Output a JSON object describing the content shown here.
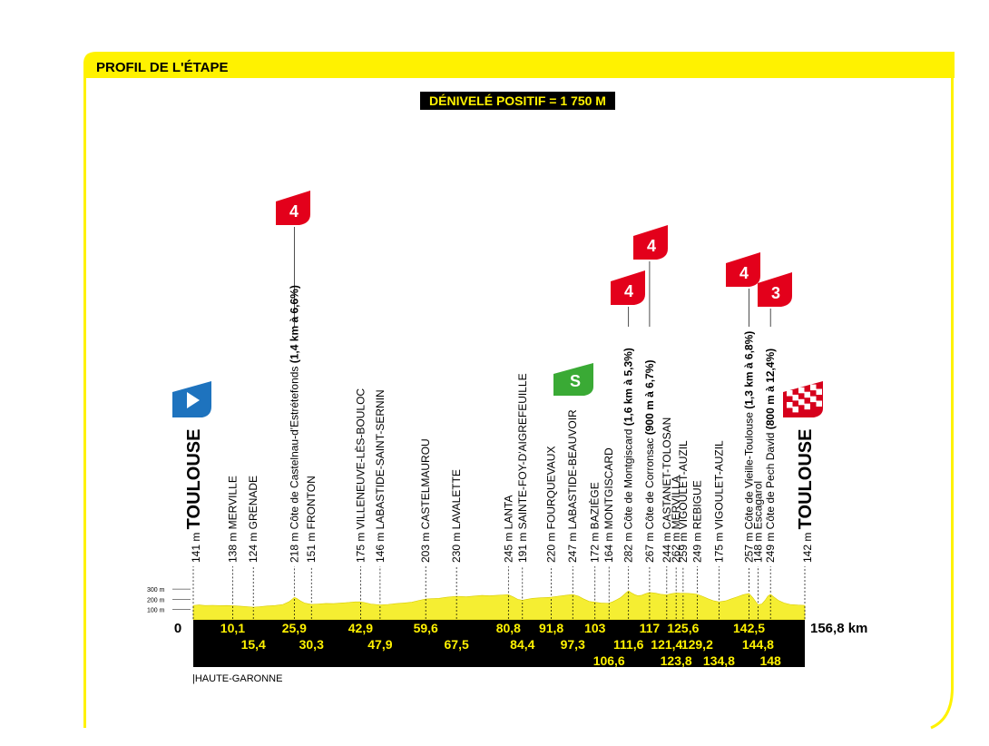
{
  "header": {
    "title": "PROFIL DE L'ÉTAPE",
    "elevation_gain": "DÉNIVELÉ POSITIF = 1 750 M"
  },
  "colors": {
    "yellow": "#fff200",
    "profile": "#f5ee32",
    "black": "#000000",
    "climb_red": "#e3001b",
    "sprint_green": "#3aaa35",
    "start_blue": "#1e73be",
    "finish_red": "#d6001c"
  },
  "chart_data": {
    "type": "area",
    "title": "PROFIL DE L'ÉTAPE",
    "subtitle": "DÉNIVELÉ POSITIF = 1 750 M",
    "xlim": [
      0,
      156.8
    ],
    "ylim": [
      0,
      300
    ],
    "y_ticks": [
      {
        "value": 100,
        "label": "100 m"
      },
      {
        "value": 200,
        "label": "200 m"
      },
      {
        "value": 300,
        "label": "300 m"
      }
    ],
    "start_label": "0",
    "end_label": "156,8 km",
    "region": "|HAUTE-GARONNE",
    "profile": [
      [
        0,
        141
      ],
      [
        1.5,
        145
      ],
      [
        3,
        140
      ],
      [
        5,
        142
      ],
      [
        7,
        139
      ],
      [
        8.5,
        140
      ],
      [
        10.1,
        138
      ],
      [
        12,
        134
      ],
      [
        14,
        128
      ],
      [
        15.4,
        124
      ],
      [
        17,
        128
      ],
      [
        19,
        135
      ],
      [
        21,
        140
      ],
      [
        23,
        150
      ],
      [
        24.5,
        175
      ],
      [
        25.5,
        205
      ],
      [
        25.9,
        218
      ],
      [
        26.5,
        210
      ],
      [
        27.5,
        185
      ],
      [
        28.5,
        165
      ],
      [
        30.3,
        151
      ],
      [
        32,
        155
      ],
      [
        34,
        160
      ],
      [
        36,
        158
      ],
      [
        38,
        165
      ],
      [
        40,
        170
      ],
      [
        41.5,
        175
      ],
      [
        42.9,
        175
      ],
      [
        44,
        168
      ],
      [
        45.5,
        155
      ],
      [
        47.9,
        146
      ],
      [
        50,
        150
      ],
      [
        52,
        158
      ],
      [
        54,
        165
      ],
      [
        56,
        172
      ],
      [
        58,
        190
      ],
      [
        59.6,
        203
      ],
      [
        61,
        206
      ],
      [
        63,
        210
      ],
      [
        65,
        220
      ],
      [
        67.5,
        230
      ],
      [
        70,
        225
      ],
      [
        72,
        232
      ],
      [
        74,
        238
      ],
      [
        76,
        235
      ],
      [
        78,
        240
      ],
      [
        79.5,
        243
      ],
      [
        80.8,
        245
      ],
      [
        82,
        225
      ],
      [
        83.2,
        200
      ],
      [
        84.4,
        191
      ],
      [
        85.5,
        200
      ],
      [
        87,
        210
      ],
      [
        89,
        215
      ],
      [
        90.5,
        218
      ],
      [
        91.8,
        220
      ],
      [
        93.5,
        230
      ],
      [
        95.5,
        240
      ],
      [
        97.3,
        247
      ],
      [
        98.8,
        230
      ],
      [
        100,
        205
      ],
      [
        101.5,
        180
      ],
      [
        103,
        172
      ],
      [
        104.5,
        165
      ],
      [
        105.7,
        162
      ],
      [
        106.6,
        164
      ],
      [
        107.5,
        175
      ],
      [
        108.5,
        195
      ],
      [
        109.5,
        215
      ],
      [
        110.3,
        240
      ],
      [
        111,
        265
      ],
      [
        111.6,
        282
      ],
      [
        112.3,
        265
      ],
      [
        113.2,
        245
      ],
      [
        114,
        235
      ],
      [
        115,
        240
      ],
      [
        116,
        255
      ],
      [
        117,
        267
      ],
      [
        118.5,
        260
      ],
      [
        119.8,
        250
      ],
      [
        121.4,
        244
      ],
      [
        122.6,
        255
      ],
      [
        123.8,
        262
      ],
      [
        124.7,
        260
      ],
      [
        125.6,
        259
      ],
      [
        126.8,
        258
      ],
      [
        128,
        255
      ],
      [
        129.2,
        249
      ],
      [
        130.5,
        230
      ],
      [
        132,
        205
      ],
      [
        133.5,
        185
      ],
      [
        134.8,
        175
      ],
      [
        136.5,
        185
      ],
      [
        138,
        205
      ],
      [
        139.5,
        225
      ],
      [
        141,
        245
      ],
      [
        142.5,
        257
      ],
      [
        143.5,
        215
      ],
      [
        144.8,
        148
      ],
      [
        145.8,
        155
      ],
      [
        146.6,
        190
      ],
      [
        147.3,
        230
      ],
      [
        148,
        249
      ],
      [
        148.8,
        225
      ],
      [
        150,
        190
      ],
      [
        151.5,
        165
      ],
      [
        153,
        150
      ],
      [
        155,
        144
      ],
      [
        156.8,
        142
      ]
    ],
    "points": [
      {
        "km": 0,
        "km_label": "0",
        "row": 0,
        "alt": "141 m",
        "name": "TOULOUSE",
        "emph": "",
        "style": "big",
        "marker": "start"
      },
      {
        "km": 10.1,
        "km_label": "10,1",
        "row": 0,
        "alt": "138 m",
        "name": "MERVILLE",
        "emph": "",
        "style": "normal"
      },
      {
        "km": 15.4,
        "km_label": "15,4",
        "row": 1,
        "alt": "124 m",
        "name": "GRENADE",
        "emph": "",
        "style": "normal"
      },
      {
        "km": 25.9,
        "km_label": "25,9",
        "row": 0,
        "alt": "218 m",
        "name": "Côte de Castelnau-d'Estrétefonds ",
        "emph": "(1,4 km à 6,6%)",
        "style": "climb",
        "marker": "cat4"
      },
      {
        "km": 30.3,
        "km_label": "30,3",
        "row": 1,
        "alt": "151 m",
        "name": "FRONTON",
        "emph": "",
        "style": "normal"
      },
      {
        "km": 42.9,
        "km_label": "42,9",
        "row": 0,
        "alt": "175 m",
        "name": "VILLENEUVE-LÈS-BOULOC",
        "emph": "",
        "style": "normal"
      },
      {
        "km": 47.9,
        "km_label": "47,9",
        "row": 1,
        "alt": "146 m",
        "name": "LABASTIDE-SAINT-SERNIN",
        "emph": "",
        "style": "normal"
      },
      {
        "km": 59.6,
        "km_label": "59,6",
        "row": 0,
        "alt": "203 m",
        "name": "CASTELMAUROU",
        "emph": "",
        "style": "normal"
      },
      {
        "km": 67.5,
        "km_label": "67,5",
        "row": 1,
        "alt": "230 m",
        "name": "LAVALETTE",
        "emph": "",
        "style": "normal"
      },
      {
        "km": 80.8,
        "km_label": "80,8",
        "row": 0,
        "alt": "245 m",
        "name": "LANTA",
        "emph": "",
        "style": "normal"
      },
      {
        "km": 84.4,
        "km_label": "84,4",
        "row": 1,
        "alt": "191 m",
        "name": "SAINTE-FOY-D'AIGREFEUILLE",
        "emph": "",
        "style": "normal"
      },
      {
        "km": 91.8,
        "km_label": "91,8",
        "row": 0,
        "alt": "220 m",
        "name": "FOURQUEVAUX",
        "emph": "",
        "style": "normal"
      },
      {
        "km": 97.3,
        "km_label": "97,3",
        "row": 1,
        "alt": "247 m",
        "name": "LABASTIDE-BEAUVOIR",
        "emph": "",
        "style": "normal",
        "marker": "sprint"
      },
      {
        "km": 103,
        "km_label": "103",
        "row": 0,
        "alt": "172 m",
        "name": "BAZIÈGE",
        "emph": "",
        "style": "normal"
      },
      {
        "km": 106.6,
        "km_label": "106,6",
        "row": 2,
        "alt": "164 m",
        "name": "MONTGISCARD",
        "emph": "",
        "style": "normal"
      },
      {
        "km": 111.6,
        "km_label": "111,6",
        "row": 1,
        "alt": "282 m",
        "name": "Côte de Montgiscard ",
        "emph": "(1,6 km à 5,3%)",
        "style": "climb",
        "marker": "cat4"
      },
      {
        "km": 117,
        "km_label": "117",
        "row": 0,
        "alt": "267 m",
        "name": "Côte de Corronsac ",
        "emph": "(900 m à 6,7%)",
        "style": "climb",
        "marker": "cat4"
      },
      {
        "km": 121.4,
        "km_label": "121,4",
        "row": 1,
        "alt": "244 m",
        "name": "CASTANET-TOLOSAN",
        "emph": "",
        "style": "normal"
      },
      {
        "km": 123.8,
        "km_label": "123,8",
        "row": 2,
        "alt": "262 m",
        "name": "MERVILLA",
        "emph": "",
        "style": "normal"
      },
      {
        "km": 125.6,
        "km_label": "125,6",
        "row": 0,
        "alt": "259 m",
        "name": "VIGOULET-AUZIL",
        "emph": "",
        "style": "normal"
      },
      {
        "km": 129.2,
        "km_label": "129,2",
        "row": 1,
        "alt": "249 m",
        "name": "REBIGUE",
        "emph": "",
        "style": "normal"
      },
      {
        "km": 134.8,
        "km_label": "134,8",
        "row": 2,
        "alt": "175 m",
        "name": "VIGOULET-AUZIL",
        "emph": "",
        "style": "normal"
      },
      {
        "km": 142.5,
        "km_label": "142,5",
        "row": 0,
        "alt": "257 m",
        "name": "Côte de Vieille-Toulouse ",
        "emph": "(1,3 km à 6,8%)",
        "style": "climb",
        "marker": "cat4"
      },
      {
        "km": 144.8,
        "km_label": "144,8",
        "row": 1,
        "alt": "148 m",
        "name": "Escagarol",
        "emph": "",
        "style": "climb"
      },
      {
        "km": 148,
        "km_label": "148",
        "row": 2,
        "alt": "249 m",
        "name": "Côte de Pech David ",
        "emph": "(800 m à 12,4%)",
        "style": "climb",
        "marker": "cat3"
      },
      {
        "km": 156.8,
        "km_label": "156,8 km",
        "row": 0,
        "alt": "142 m",
        "name": "TOULOUSE",
        "emph": "",
        "style": "big",
        "marker": "finish"
      }
    ],
    "markers": {
      "cat4": "4",
      "cat3": "3",
      "sprint": "S"
    }
  }
}
